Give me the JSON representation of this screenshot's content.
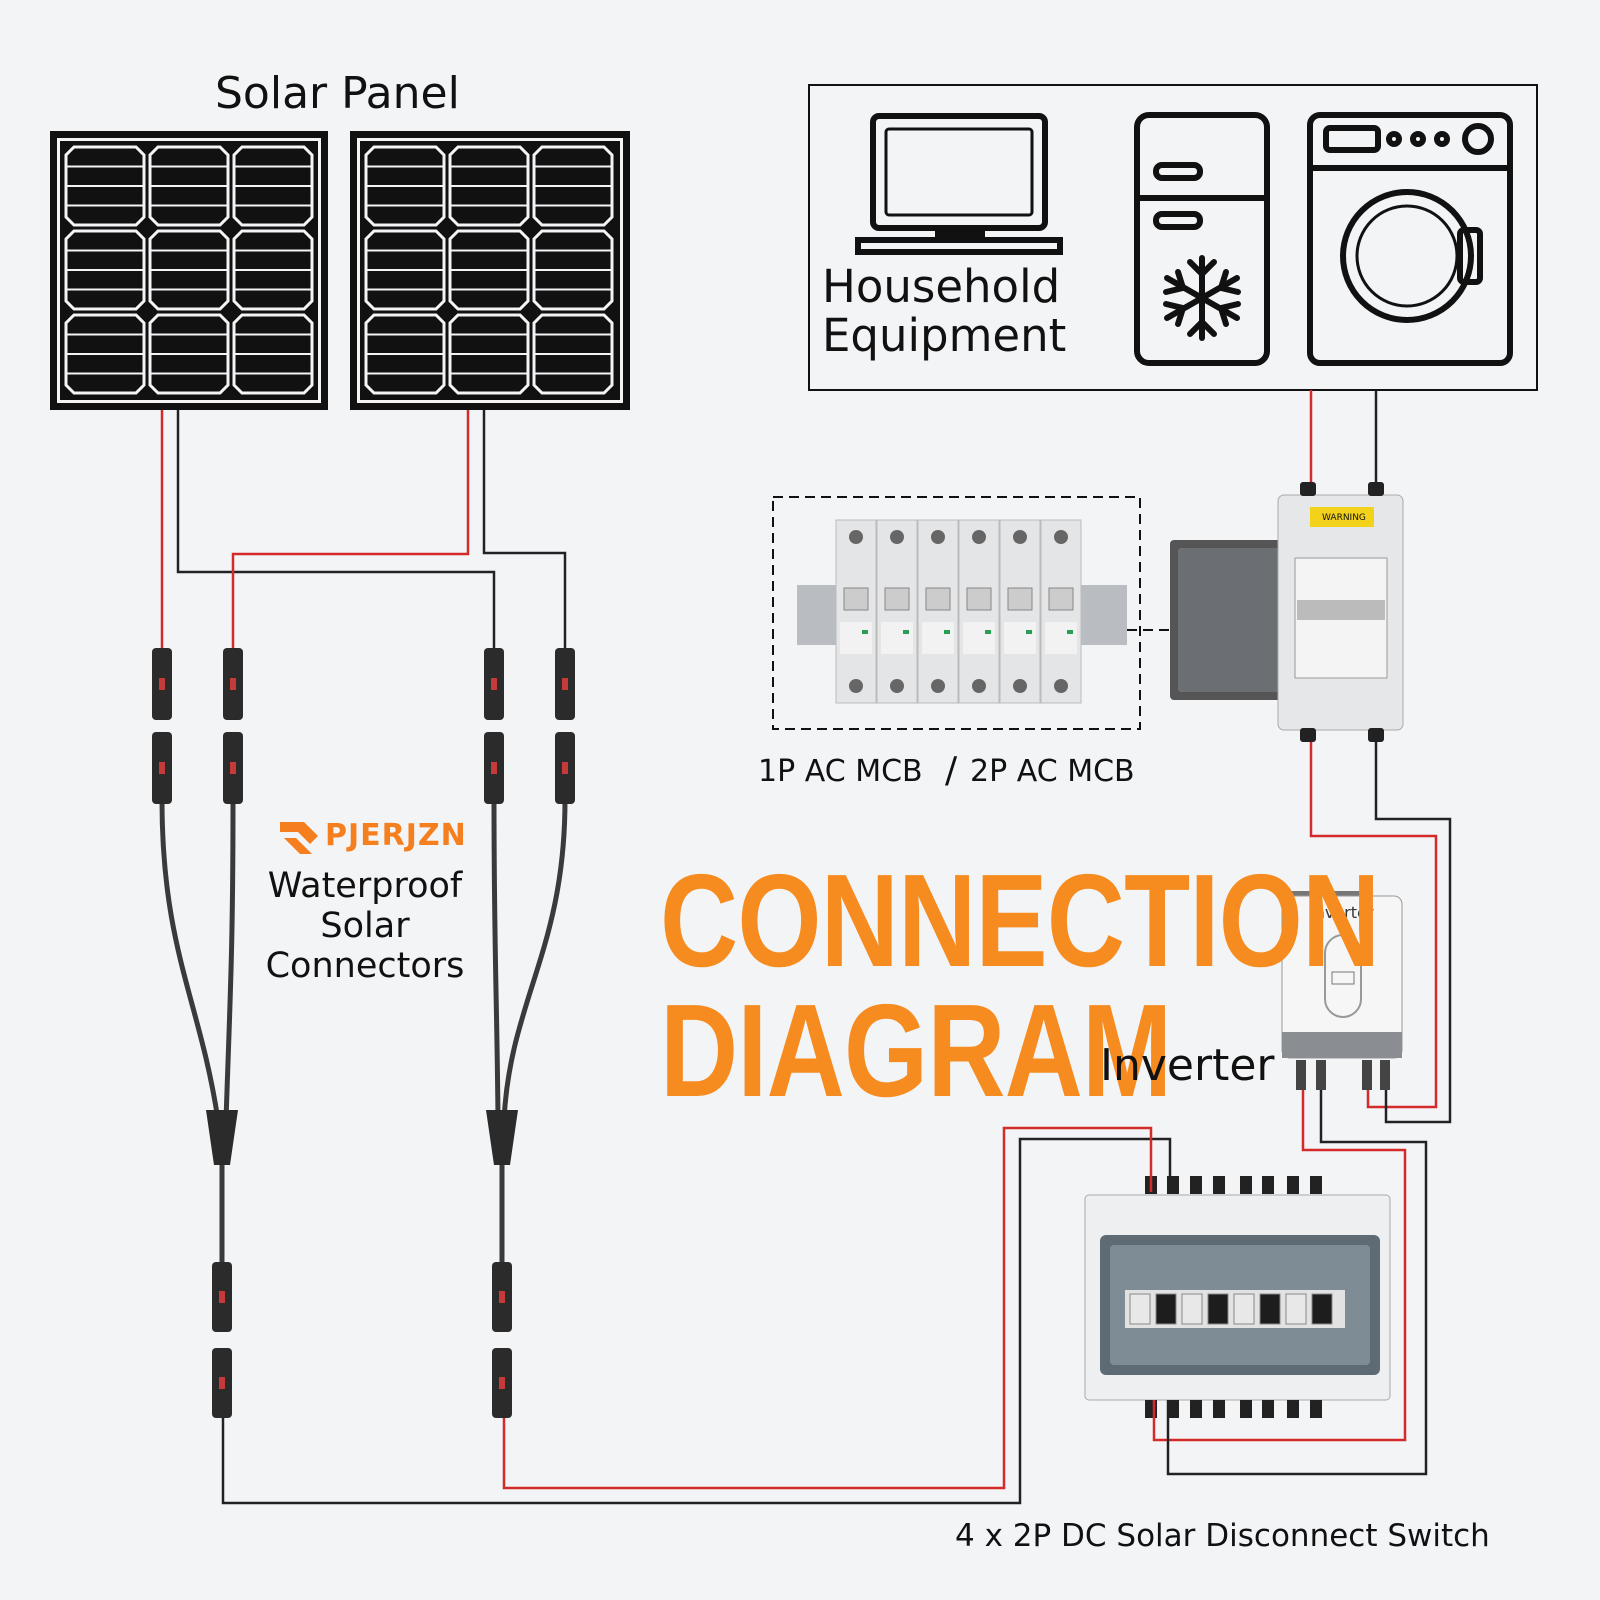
{
  "labels": {
    "solar_panel": "Solar Panel",
    "household_equipment": [
      "Household",
      "Equipment"
    ],
    "mcb_1p": "1P AC MCB",
    "mcb_slash": "/",
    "mcb_2p": "2P AC MCB",
    "brand": "PJERJZN",
    "connectors": [
      "Waterproof",
      "Solar",
      "Connectors"
    ],
    "title": [
      "CONNECTION",
      "DIAGRAM"
    ],
    "inverter": "Inverter",
    "inverter_device": "Inverter",
    "dc_switch": "4 x 2P DC Solar Disconnect Switch",
    "warning": "WARNING"
  },
  "colors": {
    "accent": "#f68b1f",
    "wire_red": "#d42a2a",
    "wire_black": "#222222",
    "panel": "#111111",
    "background": "#f3f4f6"
  },
  "icons": [
    "laptop-icon",
    "refrigerator-icon",
    "snowflake-icon",
    "washing-machine-icon",
    "brand-logo-icon"
  ]
}
